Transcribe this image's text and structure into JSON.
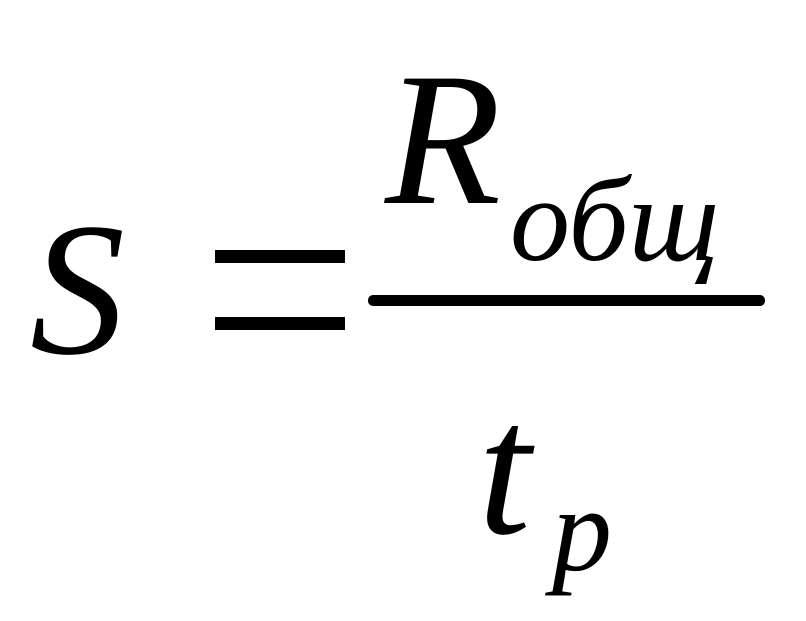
{
  "formula": {
    "lhs": "S",
    "operator": "=",
    "numerator": {
      "main": "R",
      "subscript": "общ"
    },
    "denominator": {
      "main": "t",
      "subscript": "p"
    }
  }
}
